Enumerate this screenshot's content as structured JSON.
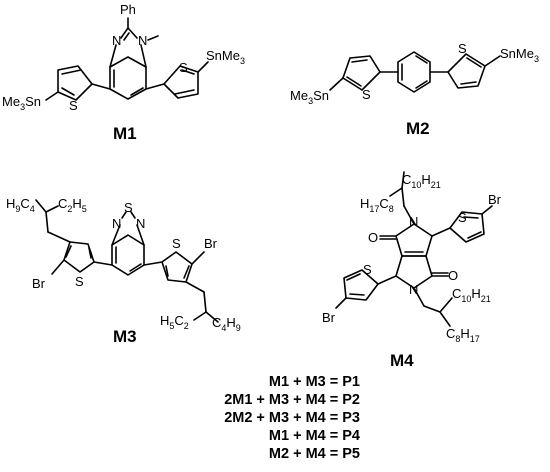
{
  "monomers": [
    {
      "id": "M1",
      "label": "M1",
      "substituents": [
        "Ph",
        "N",
        "N",
        "S",
        "S",
        "SnMe3",
        "Me3Sn"
      ]
    },
    {
      "id": "M2",
      "label": "M2",
      "substituents": [
        "S",
        "S",
        "SnMe3",
        "Me3Sn"
      ]
    },
    {
      "id": "M3",
      "label": "M3",
      "substituents": [
        "H9C4",
        "C2H5",
        "S",
        "N",
        "N",
        "S",
        "Br",
        "Br",
        "H5C2",
        "C4H9"
      ]
    },
    {
      "id": "M4",
      "label": "M4",
      "substituents": [
        "C10H21",
        "H17C8",
        "N",
        "O",
        "O",
        "N",
        "S",
        "S",
        "Br",
        "Br",
        "C10H21",
        "C8H17"
      ]
    }
  ],
  "equations": [
    "M1 + M3 = P1",
    "2M1 + M3 + M4 = P2",
    "2M2 + M3 + M4 = P3",
    "M1 + M4 = P4",
    "M2 + M4 = P5"
  ]
}
